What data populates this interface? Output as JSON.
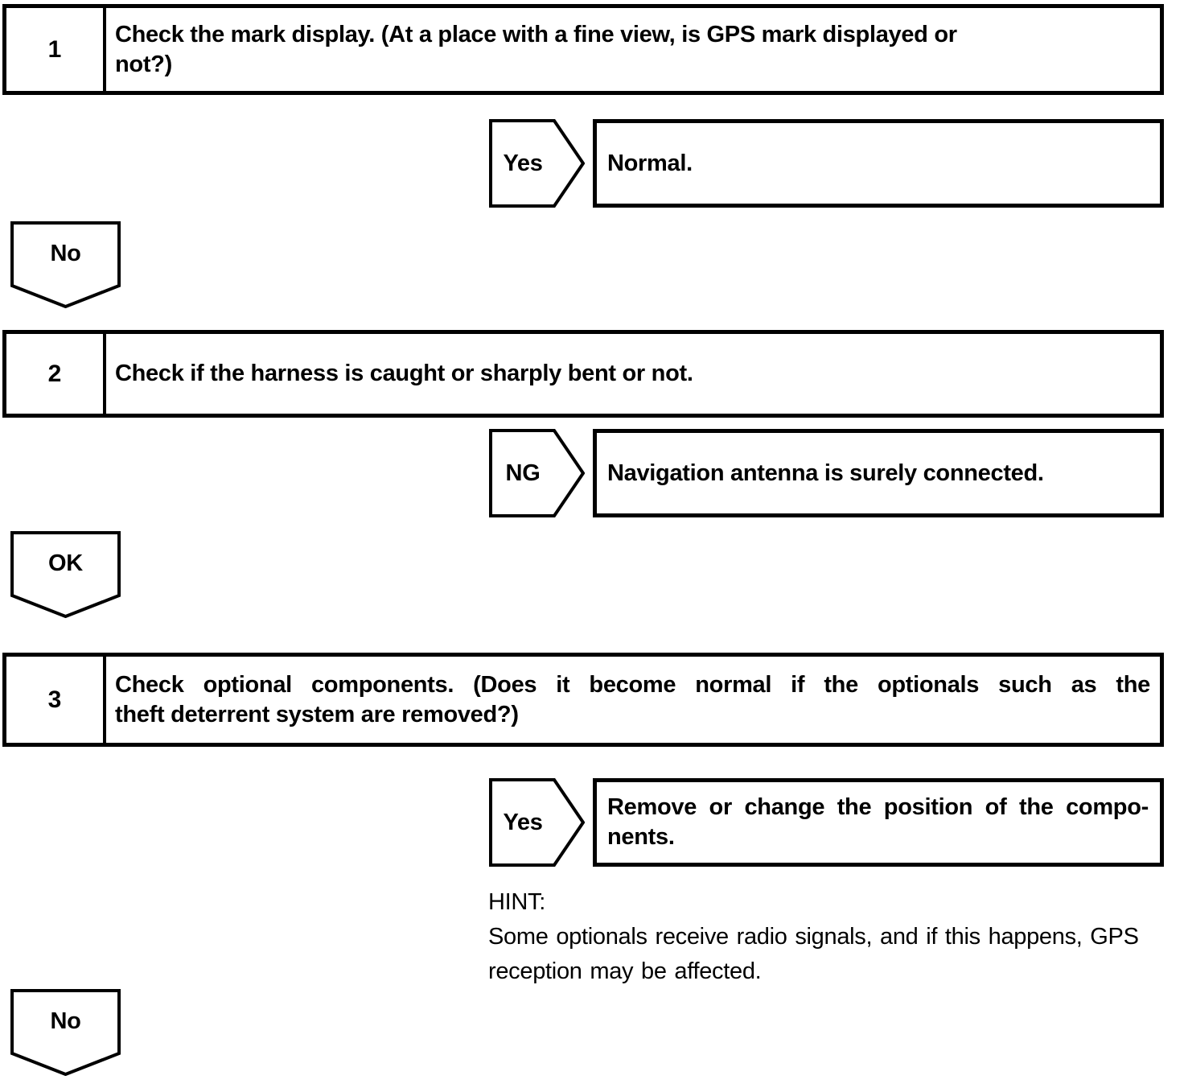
{
  "colors": {
    "ink": "#000000",
    "paper": "#ffffff"
  },
  "steps": {
    "step1": {
      "number": "1",
      "line1": "Check the mark display. (At a place with a fine view, is GPS mark displayed or",
      "line2": "not?)"
    },
    "step2": {
      "number": "2",
      "line1": "Check if the harness is caught or sharply bent or not."
    },
    "step3": {
      "number": "3",
      "line1": "Check optional components. (Does it become normal if the optionals such as the",
      "line2": "theft deterrent system are removed?)"
    }
  },
  "branches": {
    "branch1": {
      "label": "Yes",
      "result": "Normal."
    },
    "branch2": {
      "label": "NG",
      "result": "Navigation antenna is surely connected."
    },
    "branch3": {
      "label": "Yes",
      "result_line1": "Remove or change the position of the compo-",
      "result_line2": "nents."
    }
  },
  "continues": {
    "continue1": {
      "label": "No"
    },
    "continue2": {
      "label": "OK"
    },
    "continue3": {
      "label": "No"
    }
  },
  "hint": {
    "label": "HINT:",
    "line1": "Some optionals receive radio signals, and if this happens, GPS",
    "line2": "reception may be affected."
  }
}
